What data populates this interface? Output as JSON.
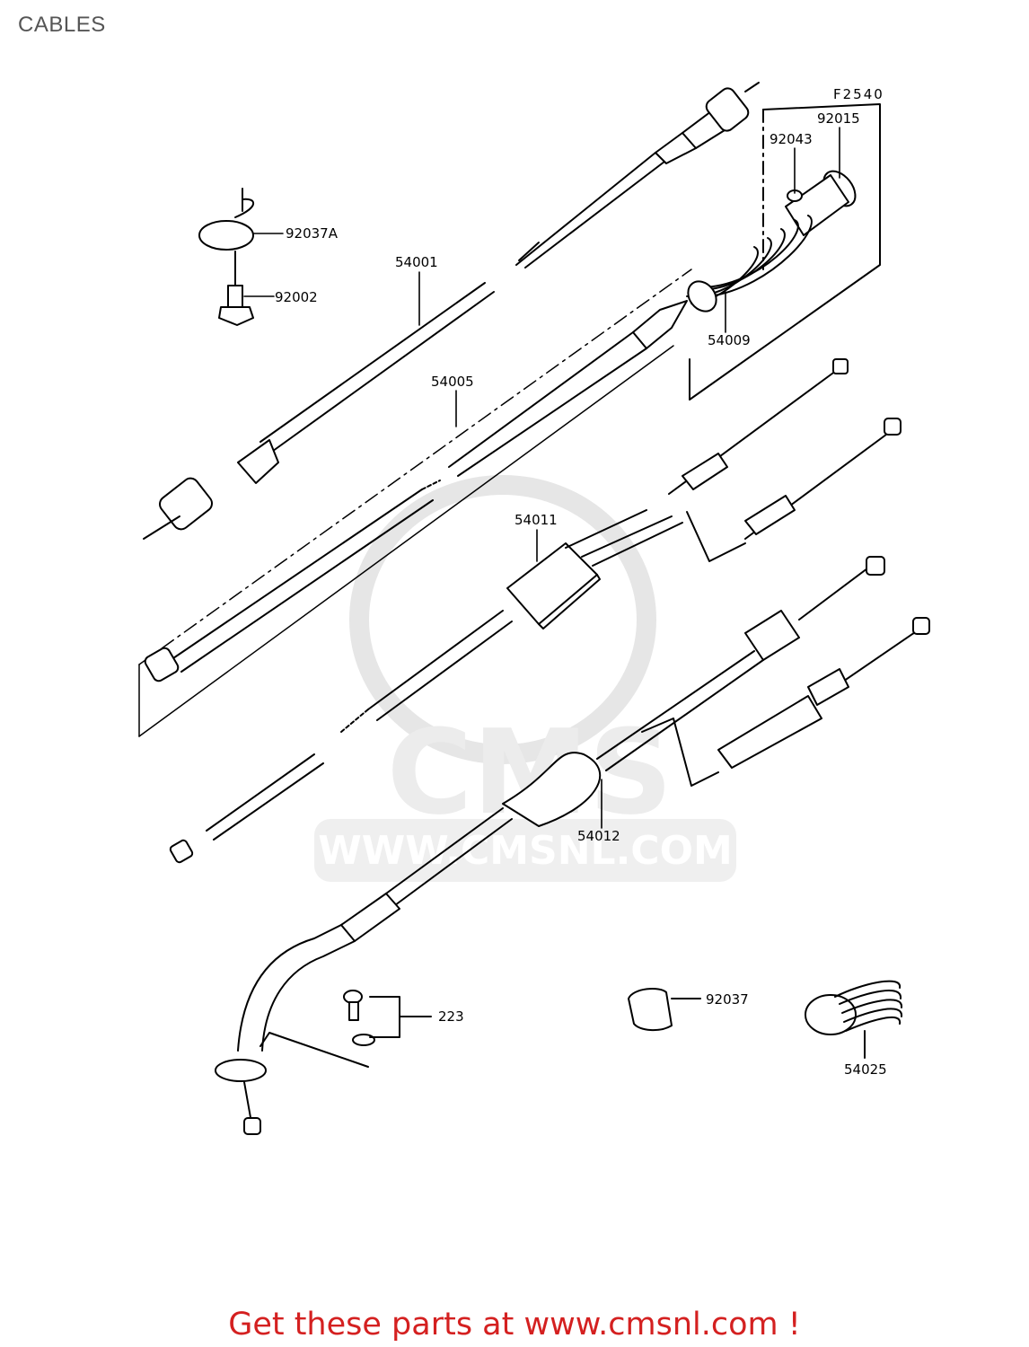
{
  "page_title": "CABLES",
  "figure_code": "F2540",
  "watermark": {
    "brand": "CMS",
    "url": "WWW.CMSNL.COM"
  },
  "parts": [
    {
      "label": "92037A"
    },
    {
      "label": "92002"
    },
    {
      "label": "54001"
    },
    {
      "label": "54005"
    },
    {
      "label": "92043"
    },
    {
      "label": "92015"
    },
    {
      "label": "54009"
    },
    {
      "label": "54011"
    },
    {
      "label": "54012"
    },
    {
      "label": "223"
    },
    {
      "label": "92037"
    },
    {
      "label": "54025"
    }
  ],
  "footer": {
    "text": "Get these parts at www.cmsnl.com !",
    "color": "#d42020"
  }
}
